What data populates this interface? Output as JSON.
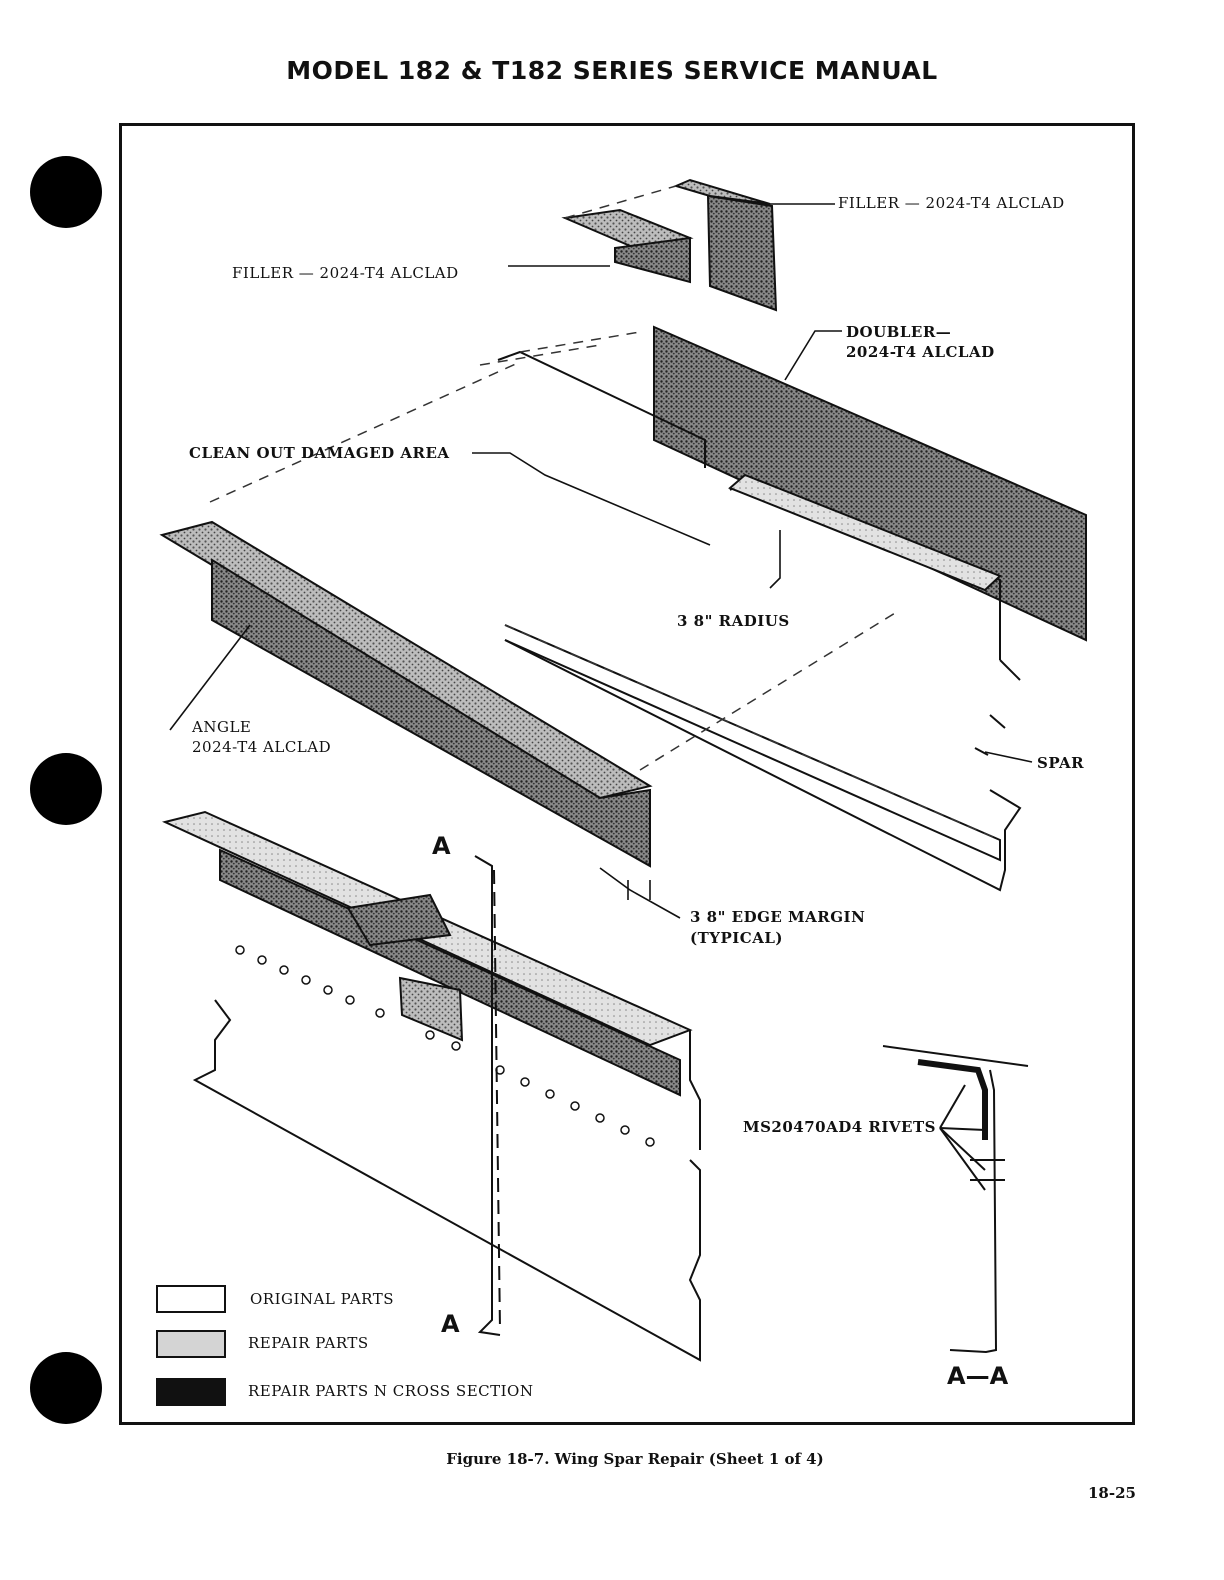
{
  "header": {
    "title": "MODEL 182 & T182 SERIES SERVICE MANUAL"
  },
  "labels": {
    "filler_right": "FILLER — 2024-T4 ALCLAD",
    "filler_left": "FILLER — 2024-T4 ALCLAD",
    "doubler_1": "DOUBLER—",
    "doubler_2": "2024-T4 ALCLAD",
    "clean_out": "CLEAN OUT DAMAGED AREA",
    "radius": "3 8\" RADIUS",
    "angle_1": "ANGLE",
    "angle_2": "2024-T4 ALCLAD",
    "spar": "SPAR",
    "edge_margin_1": "3 8\" EDGE MARGIN",
    "edge_margin_2": "(TYPICAL)",
    "section_marker_top": "A",
    "section_marker_bottom": "A",
    "rivets": "MS20470AD4 RIVETS",
    "section_view": "A—A"
  },
  "legend": {
    "original": "ORIGINAL PARTS",
    "repair": "REPAIR PARTS",
    "cross_section": "REPAIR PARTS N CROSS SECTION"
  },
  "caption": "Figure 18-7. Wing Spar Repair (Sheet 1 of 4)",
  "page_number": "18-25"
}
